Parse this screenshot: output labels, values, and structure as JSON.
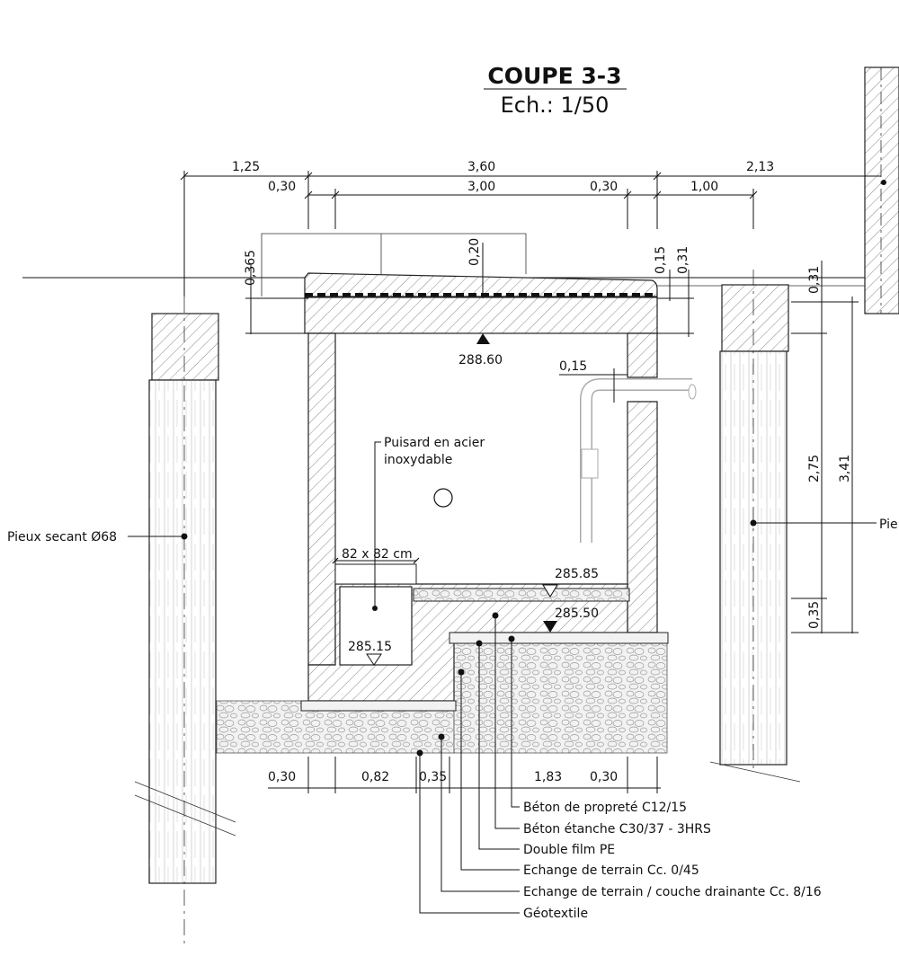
{
  "title": "COUPE 3-3",
  "scale": "Ech.: 1/50",
  "dimensions": {
    "top_1_25": "1,25",
    "top_3_60": "3,60",
    "top_2_13": "2,13",
    "top_0_30_left": "0,30",
    "top_3_00": "3,00",
    "top_0_30_right": "0,30",
    "top_1_00": "1,00",
    "slab_0_365": "0,365",
    "slab_0_20": "0,20",
    "slab_0_15": "0,15",
    "slab_0_31": "0,31",
    "right_0_31": "0,31",
    "right_2_75": "2,75",
    "right_3_41": "3,41",
    "right_0_35": "0,35",
    "pipe_0_15": "0,15",
    "bot_0_30_left": "0,30",
    "bot_0_82": "0,82",
    "bot_0_35": "0,35",
    "bot_1_83": "1,83",
    "bot_0_30_right": "0,30",
    "sump_size": "82 x 82 cm"
  },
  "levels": {
    "roof": "288.60",
    "floor_top": "285.85",
    "floor_bottom": "285.50",
    "sump_bottom": "285.15"
  },
  "labels": {
    "sump": "Puisard en acier",
    "sump2": "inoxydable",
    "pile_left": "Pieux secant Ø68",
    "pile_right": "Pie"
  },
  "legend": [
    "Béton de propreté C12/15",
    "Béton étanche C30/37 - 3HRS",
    "Double film PE",
    "Echange de terrain Cc. 0/45",
    "Echange de terrain / couche drainante Cc. 8/16",
    "Géotextile"
  ]
}
